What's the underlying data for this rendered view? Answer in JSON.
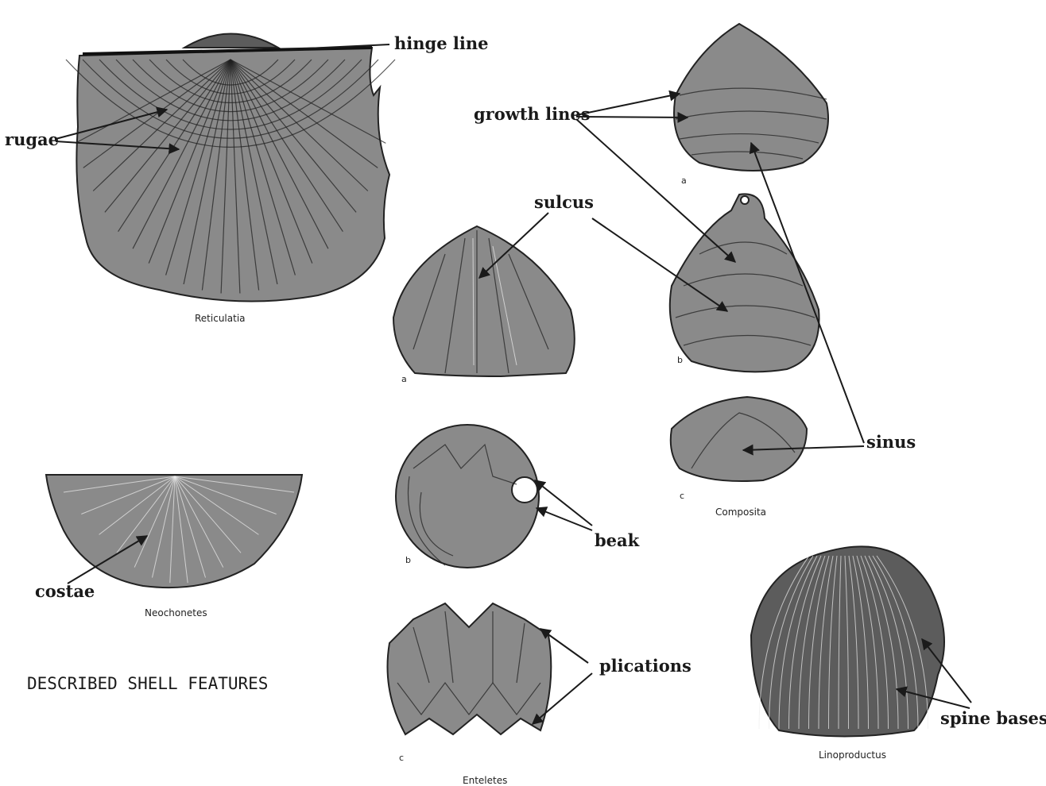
{
  "title": "DESCRIBED SHELL FEATURES",
  "labels": {
    "hinge_line": "hinge line",
    "rugae": "rugae",
    "growth_lines": "growth lines",
    "sulcus": "sulcus",
    "sinus": "sinus",
    "beak": "beak",
    "costae": "costae",
    "plications": "plications",
    "spine_bases": "spine bases"
  },
  "specimens": {
    "reticulatia": "Reticulatia",
    "neochonetes": "Neochonetes",
    "composita": "Composita",
    "enteletes": "Enteletes",
    "linoproductus": "Linoproductus"
  },
  "view_letters": {
    "enteletes_a": "a",
    "enteletes_b": "b",
    "enteletes_c": "c",
    "composita_a": "a",
    "composita_b": "b",
    "composita_c": "c"
  }
}
